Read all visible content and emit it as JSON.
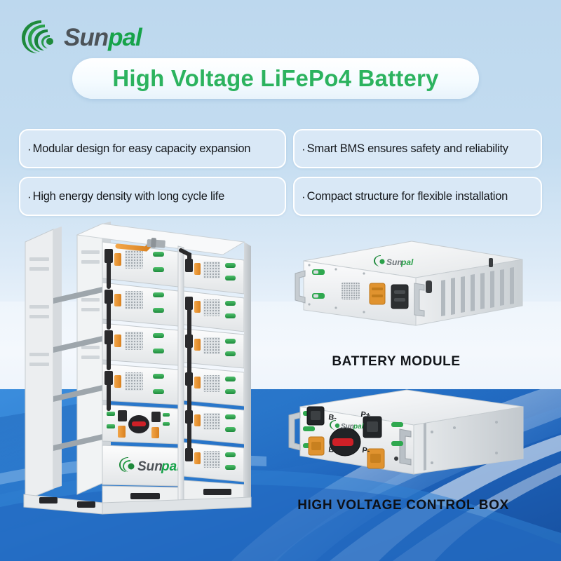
{
  "brand": {
    "logo_icon": "sunpal-swirl-icon",
    "word_part1": "Sun",
    "word_part2": "pal",
    "green": "#17a34a",
    "gray": "#4d5358"
  },
  "header": {
    "title": "High Voltage LiFePo4 Battery",
    "title_color": "#2cb35f",
    "banner_bg": "#ffffff"
  },
  "features": {
    "bullet": "·",
    "items": [
      {
        "label": "Modular design for easy capacity expansion"
      },
      {
        "label": "Smart BMS ensures safety and reliability"
      },
      {
        "label": "High energy density with long cycle life"
      },
      {
        "label": "Compact structure for flexible installation"
      }
    ],
    "box_bg": "#d9e8f6",
    "box_border": "#ffffff"
  },
  "products": {
    "rack": {
      "name": "battery-rack",
      "logo_text_part1": "Sun",
      "logo_text_part2": "pal"
    },
    "module": {
      "caption": "BATTERY MODULE",
      "logo_text_part1": "Sun",
      "logo_text_part2": "pal"
    },
    "control_box": {
      "caption": "HIGH VOLTAGE CONTROL BOX",
      "logo_text_part1": "Sun",
      "logo_text_part2": "pal",
      "terminal_labels": [
        "B-",
        "B+",
        "P+",
        "P-"
      ]
    }
  },
  "palette": {
    "bg_top": "#bfd9ef",
    "bg_bottom_blue": "#1e63bb",
    "accent_orange": "#e8922e",
    "accent_green": "#2fa84f",
    "connector_black": "#2a2a2c",
    "switch_red": "#cf2027",
    "chassis_white": "#f2f3f4"
  }
}
